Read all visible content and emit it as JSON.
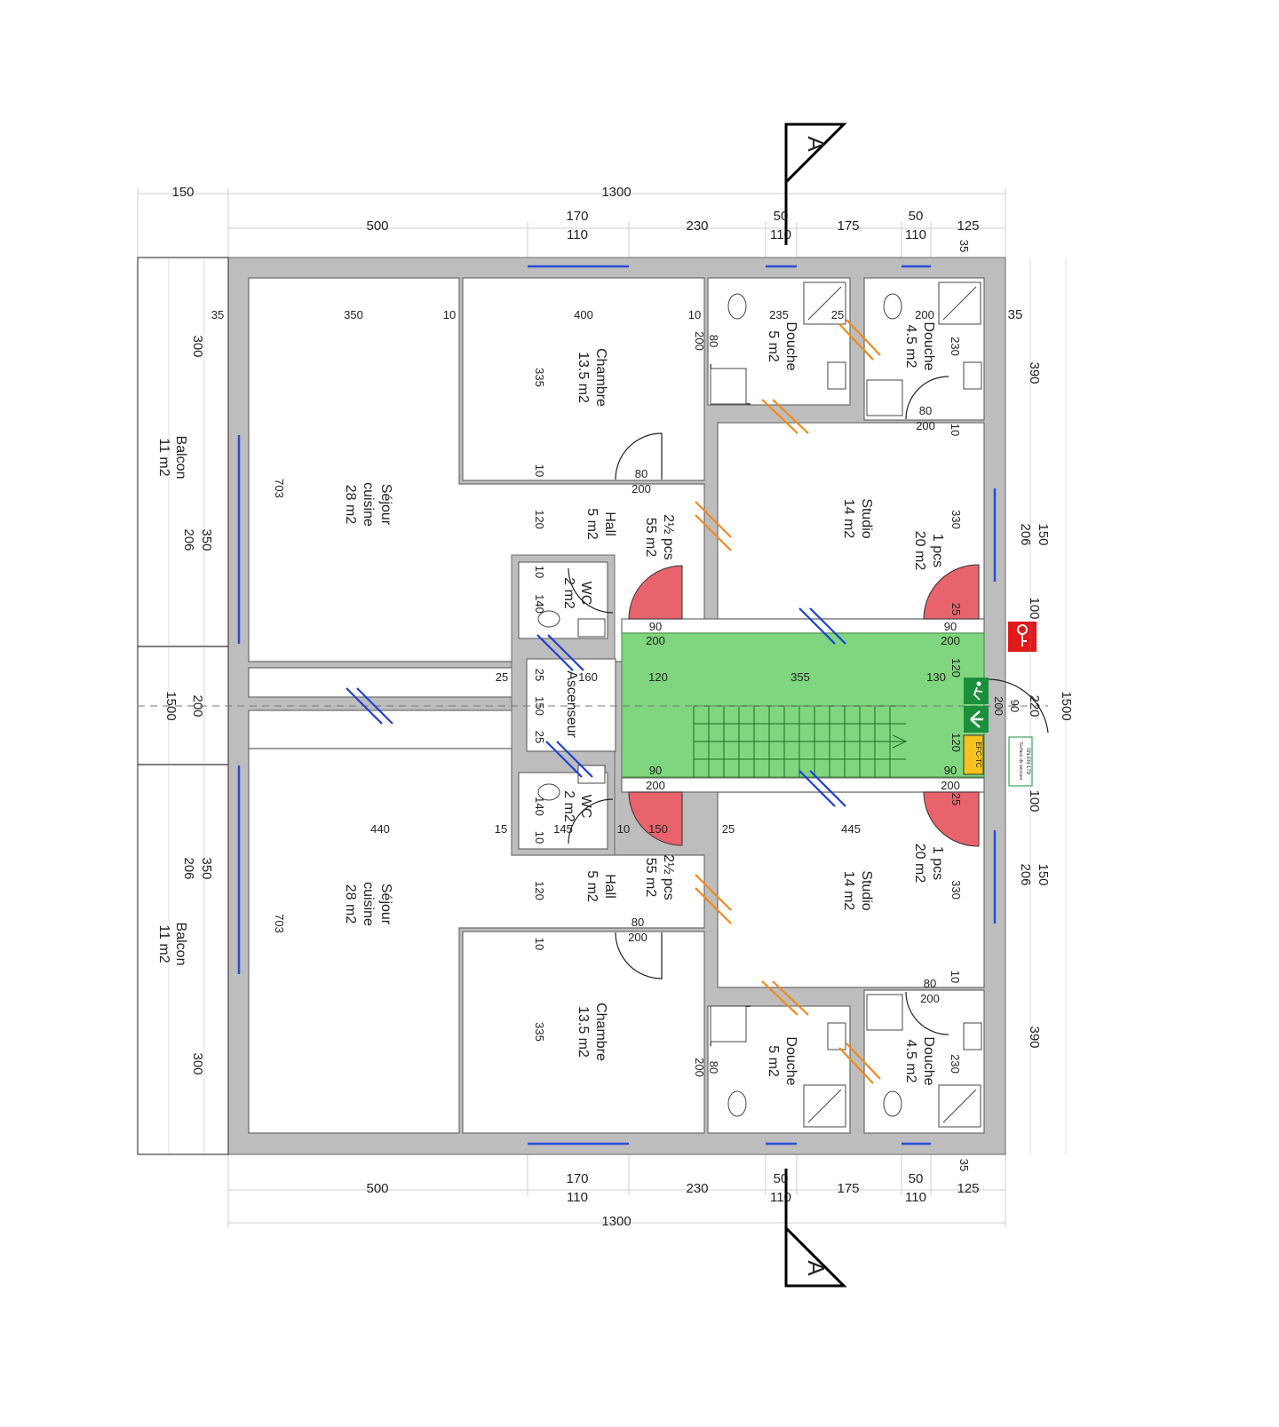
{
  "section_marker": "A",
  "top_dims": {
    "total": "1300",
    "left": "150",
    "segments": [
      "500",
      "170",
      "110",
      "230",
      "50",
      "110",
      "175",
      "50",
      "110",
      "125",
      "35"
    ]
  },
  "bottom_dims": {
    "total": "1300",
    "segments": [
      "500",
      "170",
      "110",
      "230",
      "50",
      "110",
      "175",
      "50",
      "110",
      "125",
      "35"
    ]
  },
  "right_dims": [
    "35",
    "390",
    "206",
    "150",
    "100",
    "220",
    "1500",
    "100",
    "206",
    "150",
    "390"
  ],
  "left_dims": [
    "300",
    "350",
    "206",
    "1500",
    "200",
    "350",
    "206",
    "300"
  ],
  "rooms": {
    "balcon_top": {
      "name": "Balcon",
      "area": "11 m2"
    },
    "balcon_bottom": {
      "name": "Balcon",
      "area": "11 m2"
    },
    "sejour_top": {
      "name": "Séjour",
      "sub": "cuisine",
      "area": "28 m2"
    },
    "sejour_bottom": {
      "name": "Séjour",
      "sub": "cuisine",
      "area": "28 m2"
    },
    "chambre_top": {
      "name": "Chambre",
      "area": "13.5 m2"
    },
    "chambre_bottom": {
      "name": "Chambre",
      "area": "13.5 m2"
    },
    "douche1_top": {
      "name": "Douche",
      "area": "5 m2"
    },
    "douche2_top": {
      "name": "Douche",
      "area": "4.5 m2"
    },
    "douche1_bottom": {
      "name": "Douche",
      "area": "5 m2"
    },
    "douche2_bottom": {
      "name": "Douche",
      "area": "4.5 m2"
    },
    "studio_top": {
      "name": "Studio",
      "area": "14 m2"
    },
    "studio_bottom": {
      "name": "Studio",
      "area": "14 m2"
    },
    "hall_top": {
      "name": "Hall",
      "area": "5 m2"
    },
    "hall_bottom": {
      "name": "Hall",
      "area": "5 m2"
    },
    "wc_top": {
      "name": "WC",
      "area": "2 m2"
    },
    "wc_bottom": {
      "name": "WC",
      "area": "2 m2"
    },
    "ascenseur": {
      "name": "Ascenseur"
    },
    "unit_top_left": {
      "pcs": "2½ pcs",
      "area": "55 m2"
    },
    "unit_bottom_left": {
      "pcs": "2½ pcs",
      "area": "55 m2"
    },
    "unit_top_right": {
      "pcs": "1 pcs",
      "area": "20 m2"
    },
    "unit_bottom_right": {
      "pcs": "1 pcs",
      "area": "20 m2"
    }
  },
  "inner_dims": {
    "row_top": [
      "35",
      "350",
      "10",
      "400",
      "10",
      "235",
      "25",
      "200",
      "35"
    ],
    "row_mid_top": [
      "25",
      "160",
      "120",
      "355",
      "130"
    ],
    "row_mid_bottom": [
      "440",
      "15",
      "145",
      "10",
      "150",
      "25",
      "445"
    ],
    "vert": [
      "703",
      "335",
      "120",
      "10",
      "80",
      "200",
      "330",
      "25",
      "90",
      "200",
      "140",
      "10",
      "150",
      "25",
      "120",
      "200",
      "90",
      "230",
      "10"
    ]
  },
  "signs": {
    "efc": "EFC-TC",
    "norm_label": "Surface de secours",
    "norm": "SN EN 179"
  },
  "colors": {
    "stair": "#7fd67f",
    "door_fire": "#e8636b",
    "window": "#2a4cd7",
    "partition_new": "#f08a1c",
    "partition_demo": "#1f3fd6",
    "key_sign": "#e2181a",
    "exit_sign": "#1c8f3c",
    "efc_sign": "#f7c21c"
  }
}
